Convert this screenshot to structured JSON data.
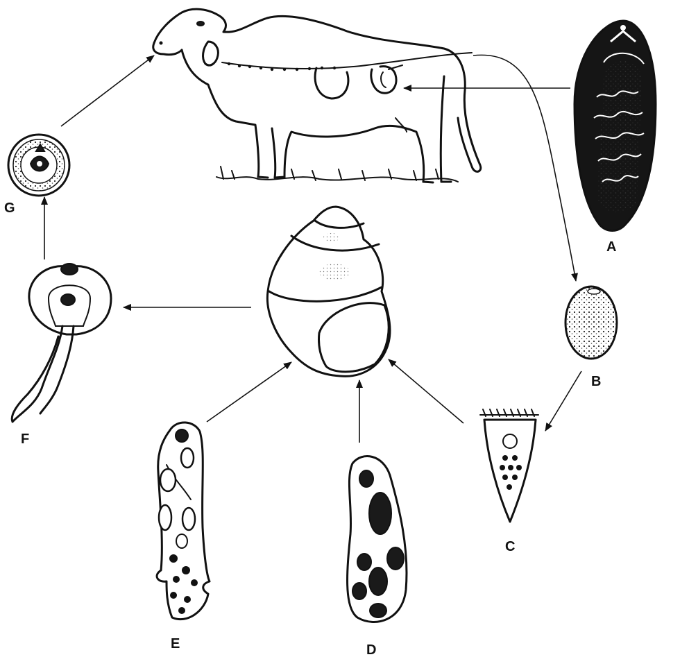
{
  "labels": {
    "a": "A",
    "b": "B",
    "c": "C",
    "d": "D",
    "e": "E",
    "f": "F",
    "g": "G"
  },
  "colors": {
    "ink": "#111111",
    "background": "#ffffff",
    "shell_shading": "#bbbbbb"
  }
}
